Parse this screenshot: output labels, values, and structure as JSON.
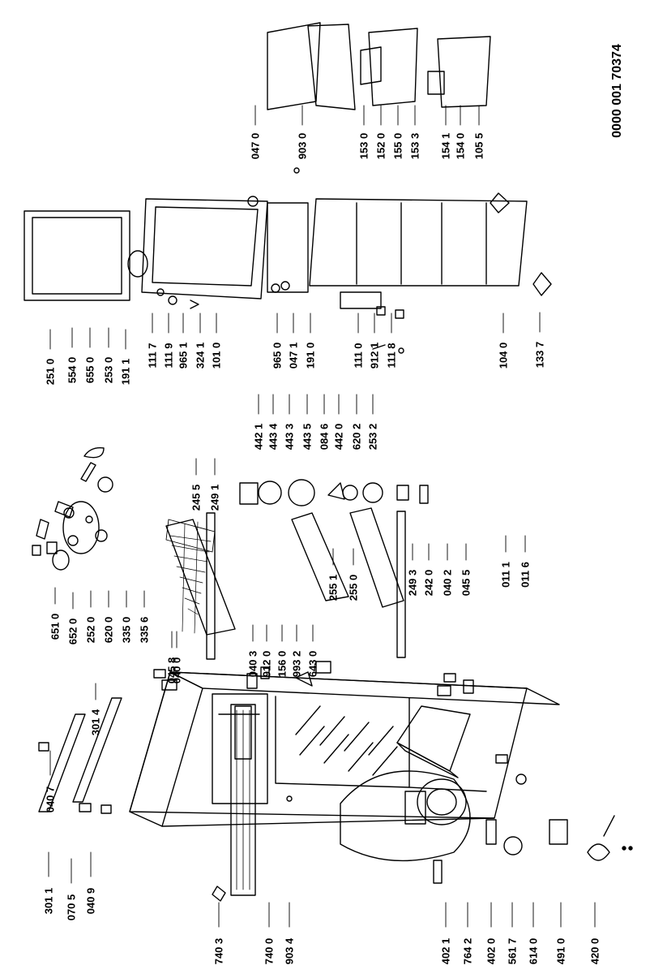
{
  "document_number": "0000 001 70374",
  "labels": [
    "301 1",
    "070 5",
    "040 9",
    "040 7",
    "301 4",
    "651 0",
    "652 0",
    "252 0",
    "620 0",
    "335 0",
    "335 6",
    "251 0",
    "554 0",
    "655 0",
    "253 0",
    "191 1",
    "111 7",
    "111 9",
    "965 1",
    "324 1",
    "101 0",
    "965 0",
    "047 1",
    "191 0",
    "111 0",
    "912 1",
    "111 8",
    "104 0",
    "133 7",
    "047 0",
    "903 0",
    "153 0",
    "152 0",
    "155 0",
    "153 3",
    "154 1",
    "154 0",
    "105 5",
    "245 5",
    "249 1",
    "442 1",
    "443 4",
    "443 3",
    "443 5",
    "084 6",
    "442 0",
    "620 2",
    "253 2",
    "045 8",
    "040 0",
    "040 3",
    "912 0",
    "156 0",
    "993 2",
    "643 0",
    "255 1",
    "255 0",
    "249 3",
    "242 0",
    "040 2",
    "045 5",
    "011 1",
    "011 6",
    "740 3",
    "740 0",
    "903 4",
    "402 1",
    "764 2",
    "402 0",
    "561 7",
    "614 0",
    "491 0",
    "420 0"
  ]
}
